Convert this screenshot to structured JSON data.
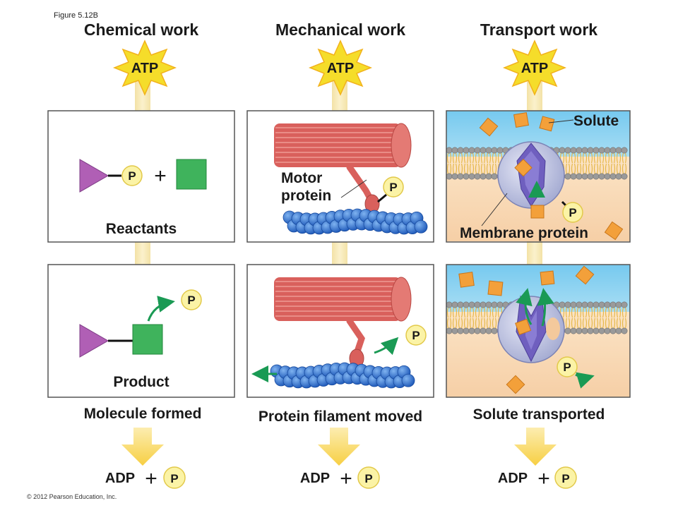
{
  "figure_label": "Figure 5.12B",
  "columns": [
    {
      "heading": "Chemical work",
      "atp": "ATP",
      "top_label": "Reactants",
      "bottom_label": "Product",
      "result": "Molecule formed",
      "adp": "ADP",
      "plus": "+",
      "p": "P"
    },
    {
      "heading": "Mechanical work",
      "atp": "ATP",
      "motor_label_1": "Motor",
      "motor_label_2": "protein",
      "result": "Protein filament moved",
      "adp": "ADP",
      "plus": "+",
      "p": "P"
    },
    {
      "heading": "Transport work",
      "atp": "ATP",
      "solute_label": "Solute",
      "membrane_label": "Membrane protein",
      "result": "Solute transported",
      "adp": "ADP",
      "plus": "+",
      "p": "P"
    }
  ],
  "phosphate": "P",
  "plus": "+",
  "copyright": "© 2012 Pearson Education, Inc.",
  "colors": {
    "purple_group": "#b05fb5",
    "green_group": "#3fb35c",
    "phosphate_fill": "#fbf3a6",
    "atp_star": "#f5dd2a",
    "stem": "#f7e6a8",
    "muscle": "#d9605c",
    "actin": "#2f6fd1",
    "membrane_top": "#8fd4f2",
    "membrane_bottom": "#f9d9b6",
    "solute": "#f3a03a",
    "transporter": "#6f5fbf",
    "arrow_green": "#1a9a54"
  }
}
